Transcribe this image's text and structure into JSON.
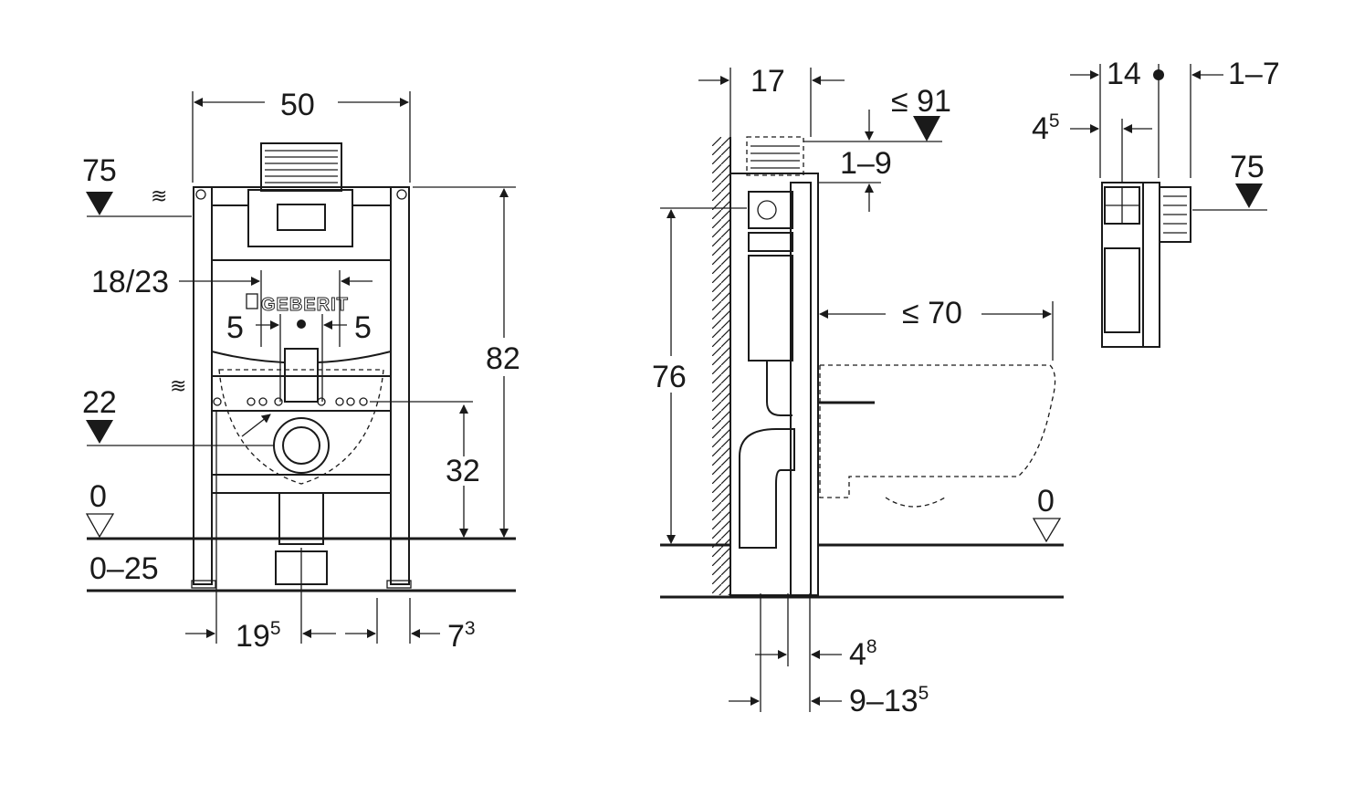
{
  "front_view": {
    "width": "50",
    "height": "82",
    "actuator_level": "75",
    "axis_distance": "18/23",
    "offset_left": "5",
    "offset_right": "5",
    "inlet_level": "22",
    "outlet_height": "32",
    "floor_level": "0",
    "floor_adjust": "0–25",
    "dim_bottom_mid": "19",
    "dim_bottom_mid_sup": "5",
    "dim_bottom_right": "7",
    "dim_bottom_right_sup": "3",
    "logo": "GEBERIT"
  },
  "side_view": {
    "frame_depth": "17",
    "max_offset": "≤ 91",
    "range": "1–9",
    "height": "76",
    "projection": "≤ 70",
    "floor_level": "0",
    "dim_a": "4",
    "dim_a_sup": "8",
    "dim_b": "9–13",
    "dim_b_sup": "5"
  },
  "detail_view": {
    "depth": "14",
    "wall_range": "1–7",
    "offset": "4",
    "offset_sup": "5",
    "level": "75"
  }
}
